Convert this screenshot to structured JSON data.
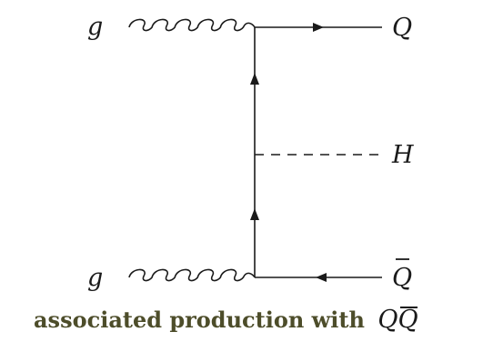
{
  "diagram": {
    "label_g_top": "g",
    "label_g_bottom": "g",
    "label_Q": "Q",
    "label_H": "H",
    "label_Qbar_letter": "Q",
    "line_color": "#1a1a1a"
  },
  "caption": {
    "text": "associated production with",
    "math_q": "Q",
    "math_qbar_letter": "Q",
    "text_color": "#4d4d2a"
  }
}
